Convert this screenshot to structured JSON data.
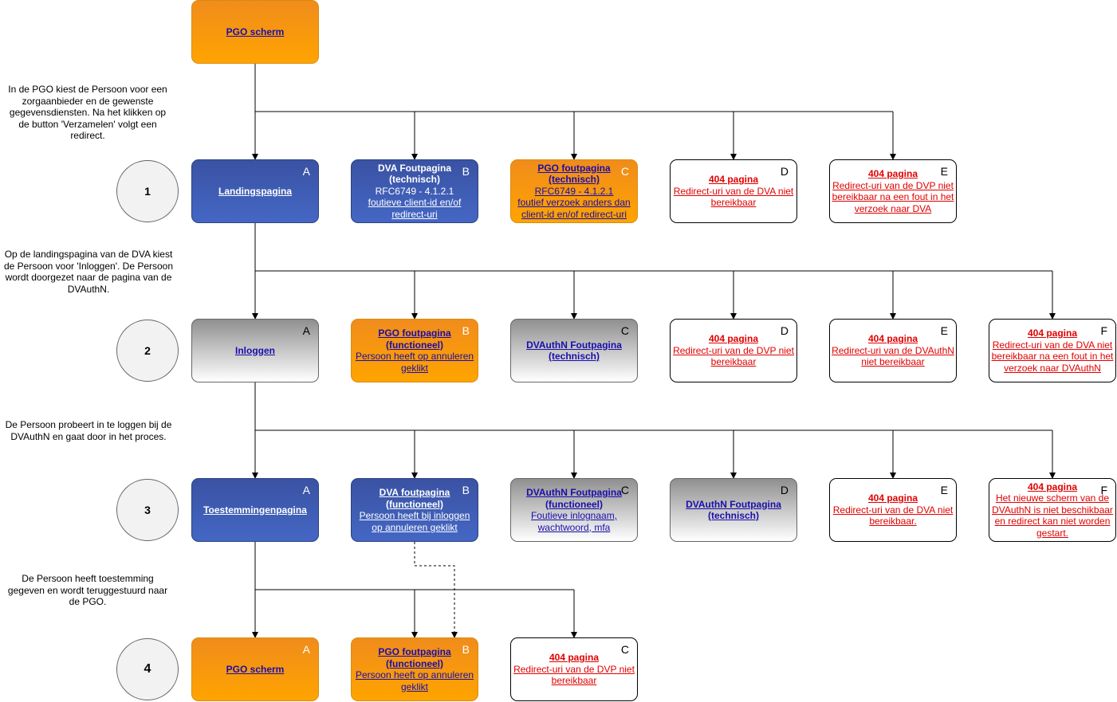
{
  "notes": {
    "n1": "In de PGO kiest de Persoon voor een zorgaanbieder en de gewenste gegevensdiensten. Na het klikken op de button 'Verzamelen' volgt een redirect.",
    "n2": "Op de landingspagina van de DVA kiest de Persoon voor 'Inloggen'. De Persoon wordt doorgezet naar de pagina van de DVAuthN.",
    "n3": "De Persoon probeert in te loggen bij de DVAuthN en gaat door in het proces.",
    "n4": "De Persoon heeft toestemming gegeven en wordt teruggestuurd naar de PGO."
  },
  "steps": [
    "1",
    "2",
    "3",
    "4"
  ],
  "top_box": {
    "title": "PGO scherm"
  },
  "row1": {
    "a": {
      "corner": "A",
      "title": "Landingspagina"
    },
    "b": {
      "corner": "B",
      "title": "DVA Foutpagina (technisch)",
      "line1": "RFC6749 - 4.1.2.1",
      "line2": "foutieve client-id en/of redirect-uri"
    },
    "c": {
      "corner": "C",
      "title": "PGO foutpagina (technisch)",
      "line1": "RFC6749 - 4.1.2.1",
      "line2": "foutief verzoek anders dan client-id en/of redirect-uri"
    },
    "d": {
      "corner": "D",
      "title": "404 pagina",
      "line1": "Redirect-uri van de DVA niet bereikbaar"
    },
    "e": {
      "corner": "E",
      "title": "404 pagina",
      "line1": "Redirect-uri van de DVP niet bereikbaar na een fout in het verzoek naar DVA"
    }
  },
  "row2": {
    "a": {
      "corner": "A",
      "title": "Inloggen"
    },
    "b": {
      "corner": "B",
      "title": "PGO foutpagina (functioneel)",
      "line1": "Persoon heeft op annuleren geklikt"
    },
    "c": {
      "corner": "C",
      "title": "DVAuthN Foutpagina (technisch)"
    },
    "d": {
      "corner": "D",
      "title": "404 pagina",
      "line1": "Redirect-uri van de DVP niet bereikbaar"
    },
    "e": {
      "corner": "E",
      "title": "404 pagina",
      "line1": "Redirect-uri van de DVAuthN niet bereikbaar"
    },
    "f": {
      "corner": "F",
      "title": "404 pagina",
      "line1": "Redirect-uri van de DVA niet bereikbaar na een fout in het verzoek naar DVAuthN"
    }
  },
  "row3": {
    "a": {
      "corner": "A",
      "title": "Toestemmingenpagina"
    },
    "b": {
      "corner": "B",
      "title": "DVA foutpagina (functioneel)",
      "line1": "Persoon heeft bij inloggen op annuleren geklikt"
    },
    "c": {
      "corner": "C",
      "title": "DVAuthN Foutpagina (functioneel)",
      "line1": "Foutieve inlognaam, wachtwoord, mfa"
    },
    "d": {
      "corner": "D",
      "title": "DVAuthN Foutpagina (technisch)"
    },
    "e": {
      "corner": "E",
      "title": "404 pagina",
      "line1": "Redirect-uri van de DVA niet bereikbaar."
    },
    "f": {
      "corner": "F",
      "title": "404 pagina",
      "line1": "Het nieuwe scherm van de DVAuthN is niet beschikbaar en redirect kan niet worden gestart."
    }
  },
  "row4": {
    "a": {
      "corner": "A",
      "title": "PGO scherm"
    },
    "b": {
      "corner": "B",
      "title": "PGO foutpagina (functioneel)",
      "line1": "Persoon heeft op annuleren geklikt"
    },
    "c": {
      "corner": "C",
      "title": "404 pagina",
      "line1": "Redirect-uri van de DVP niet bereikbaar"
    }
  }
}
